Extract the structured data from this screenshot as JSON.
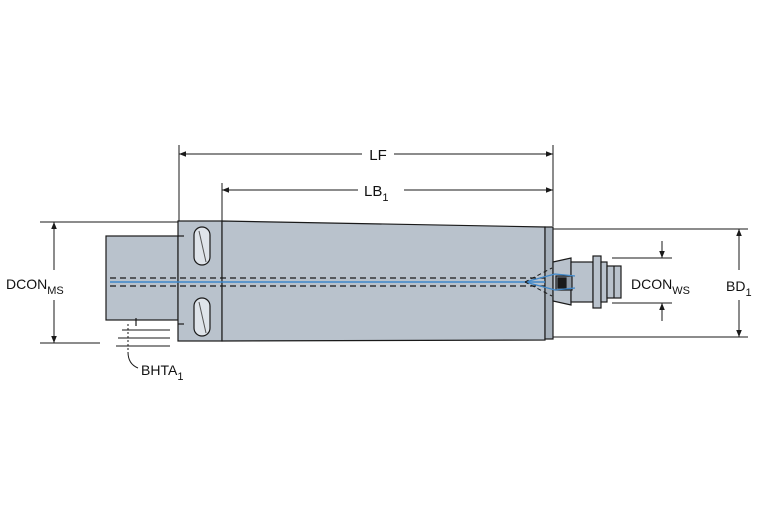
{
  "labels": {
    "lf": "LF",
    "lb": {
      "base": "LB",
      "sub": "1"
    },
    "dcon_ms": {
      "base": "DCON",
      "sub": "MS"
    },
    "dcon_ws": {
      "base": "DCON",
      "sub": "WS"
    },
    "bd": {
      "base": "BD",
      "sub": "1"
    },
    "bhta": {
      "base": "BHTA",
      "sub": "1"
    }
  },
  "colors": {
    "body_fill": "#b9c2cc",
    "outline": "#1a1a1a",
    "coolant": "#3f87c9",
    "dimension_line": "#1a1a1a"
  }
}
